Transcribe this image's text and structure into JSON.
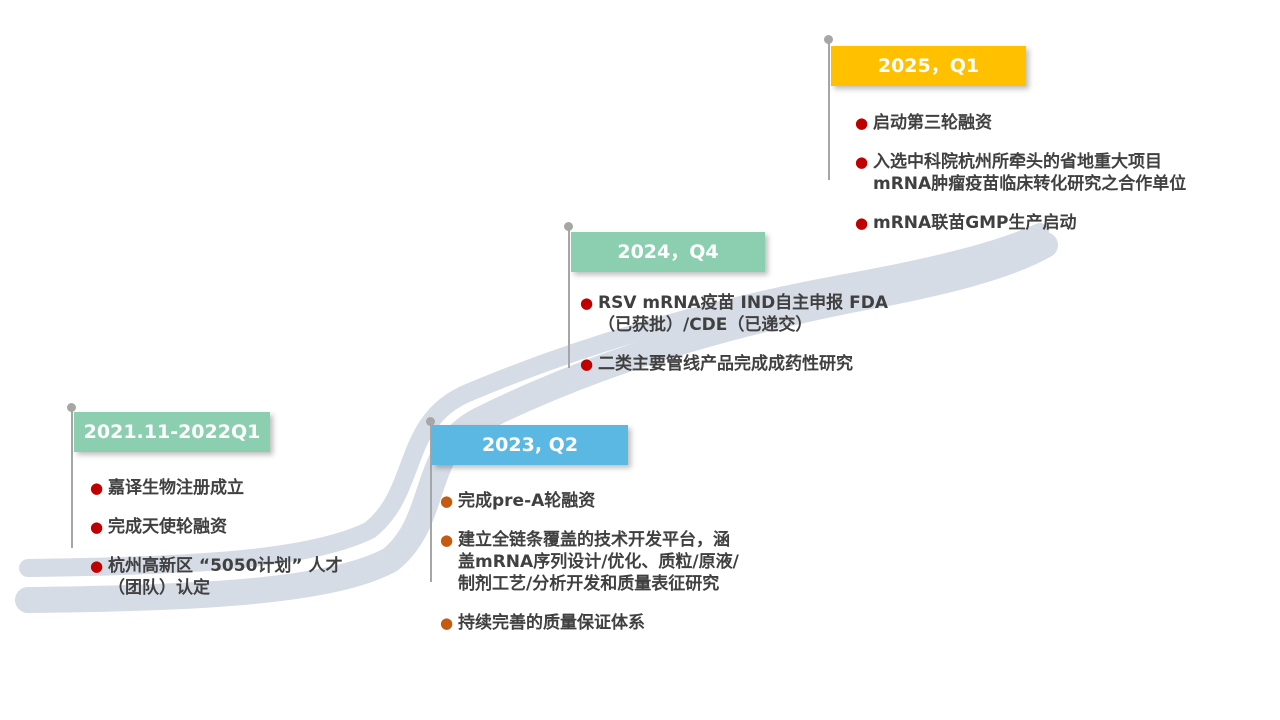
{
  "colors": {
    "road": "#d6dce5",
    "pin": "#a6a6a6",
    "red_bullet": "#c00000",
    "orange_bullet": "#c55a11"
  },
  "milestones": [
    {
      "label": "2021.11-2022Q1",
      "color": "#8ccfb0",
      "bullet_color": "#c00000",
      "items": [
        "嘉译生物注册成立",
        "完成天使轮融资",
        "杭州高新区 “5050计划” 人才\n（团队）认定"
      ]
    },
    {
      "label": "2023, Q2",
      "color": "#5bb8e3",
      "bullet_color": "#c55a11",
      "items": [
        "完成pre-A轮融资",
        "建立全链条覆盖的技术开发平台，涵\n盖mRNA序列设计/优化、质粒/原液/\n制剂工艺/分析开发和质量表征研究",
        "持续完善的质量保证体系"
      ]
    },
    {
      "label": "2024，Q4",
      "color": "#8ccfb0",
      "bullet_color": "#c00000",
      "items": [
        "RSV  mRNA疫苗  IND自主申报  FDA\n（已获批）/CDE（已递交）",
        "二类主要管线产品完成成药性研究"
      ]
    },
    {
      "label": "2025，Q1",
      "color": "#ffc000",
      "bullet_color": "#c00000",
      "items": [
        "启动第三轮融资",
        "入选中科院杭州所牵头的省地重大项目\nmRNA肿瘤疫苗临床转化研究之合作单位",
        "mRNA联苗GMP生产启动"
      ]
    }
  ]
}
